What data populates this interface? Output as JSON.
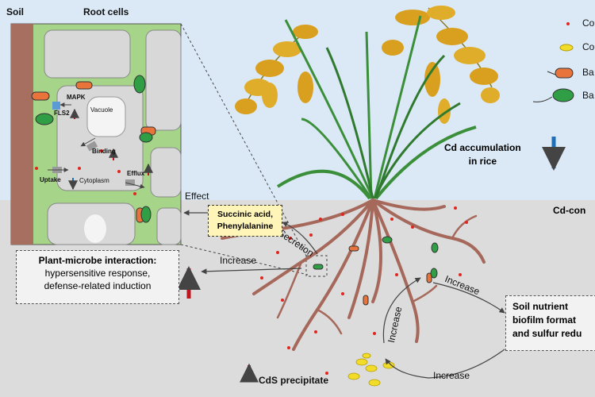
{
  "headers": {
    "soil": "Soil",
    "root_cells": "Root cells"
  },
  "cell_labels": {
    "mapk": "MAPK",
    "fls2": "FLS2",
    "vacuole": "Vacuole",
    "binding": "Binding",
    "uptake": "Uptake",
    "cytoplasm": "Cytoplasm",
    "efflux": "Efflux"
  },
  "legend": {
    "items": [
      {
        "icon": "cd-dot-icon",
        "label": "Co"
      },
      {
        "icon": "cds-precipitate-icon",
        "label": "Co"
      },
      {
        "icon": "orange-bacteria-icon",
        "label": "Ba"
      },
      {
        "icon": "green-bacteria-icon",
        "label": "Ba"
      }
    ]
  },
  "flow": {
    "effect": "Effect",
    "increase_left": "Increase",
    "secretion": "Secretion",
    "increase_cycle_1": "Increase",
    "increase_cycle_2": "Increase",
    "increase_cycle_3": "Increase"
  },
  "acids": {
    "line1": "Succinic acid,",
    "line2": "Phenylalanine"
  },
  "plant_microbe": {
    "title": "Plant-microbe interaction:",
    "line1": "hypersensitive response,",
    "line2": "defense-related induction"
  },
  "cd_accumulation": {
    "line1": "Cd accumulation",
    "line2": "in rice"
  },
  "cd_contaminated": "Cd-con",
  "soil_box": {
    "line1": "Soil nutrient",
    "line2": "biofilm format",
    "line3": "and sulfur redu"
  },
  "cds_precipitate": "CdS precipitate",
  "colors": {
    "sky": "#dbe9f6",
    "soil": "#dcdcdc",
    "cell_green": "#a6d58a",
    "soil_strip": "#a76f5f",
    "root_brown": "#a5685a",
    "grain": "#d9a020",
    "leaf_green": "#3b8f3a",
    "arrow_red": "#c0151c",
    "arrow_blue": "#1e6fb8",
    "cd_red": "#e0261e",
    "cds_yellow": "#f2dc2a"
  }
}
